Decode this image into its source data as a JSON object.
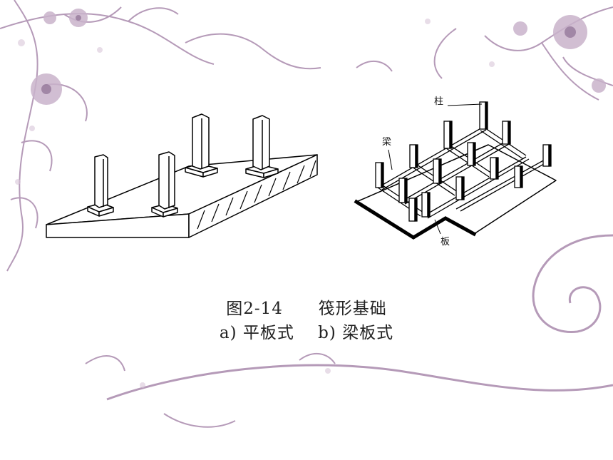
{
  "figure": {
    "labels": {
      "column": "柱",
      "beam": "梁",
      "slab": "板"
    },
    "caption": {
      "line1": "图2-14      筏形基础",
      "line2": "a) 平板式    b) 梁板式"
    }
  },
  "theme": {
    "ornament_color": "#b59ab8",
    "ornament_dark": "#8d6f93",
    "background": "#ffffff"
  }
}
